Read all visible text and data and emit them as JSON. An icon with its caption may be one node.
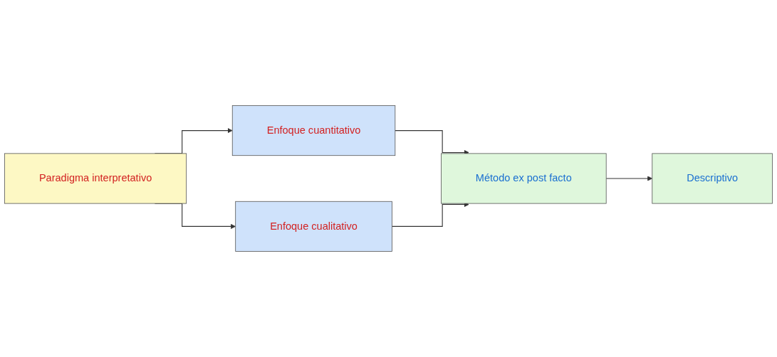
{
  "diagram": {
    "nodes": [
      {
        "text": [
          "Paradigma interpretativo"
        ]
      },
      {
        "text": [
          "Enfoque cuantitativo"
        ]
      },
      {
        "text": [
          "Enfoque cualitativo"
        ]
      },
      {
        "text": [
          "Método ex post facto"
        ]
      },
      {
        "text": [
          "Descriptivo"
        ]
      }
    ],
    "edges": [
      {
        "from": 0,
        "to": 1,
        "arrow": "to"
      },
      {
        "from": 0,
        "to": 2,
        "arrow": "to"
      },
      {
        "from": 1,
        "to": 3,
        "arrow": "to"
      },
      {
        "from": 2,
        "to": 3,
        "arrow": "to"
      },
      {
        "from": 3,
        "to": 4,
        "arrow": "to"
      }
    ]
  }
}
